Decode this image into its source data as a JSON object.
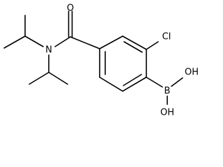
{
  "structure": {
    "atoms": {
      "O": "O",
      "N": "N",
      "Cl": "Cl",
      "B": "B",
      "OH_top": "OH",
      "OH_bottom": "OH"
    }
  }
}
